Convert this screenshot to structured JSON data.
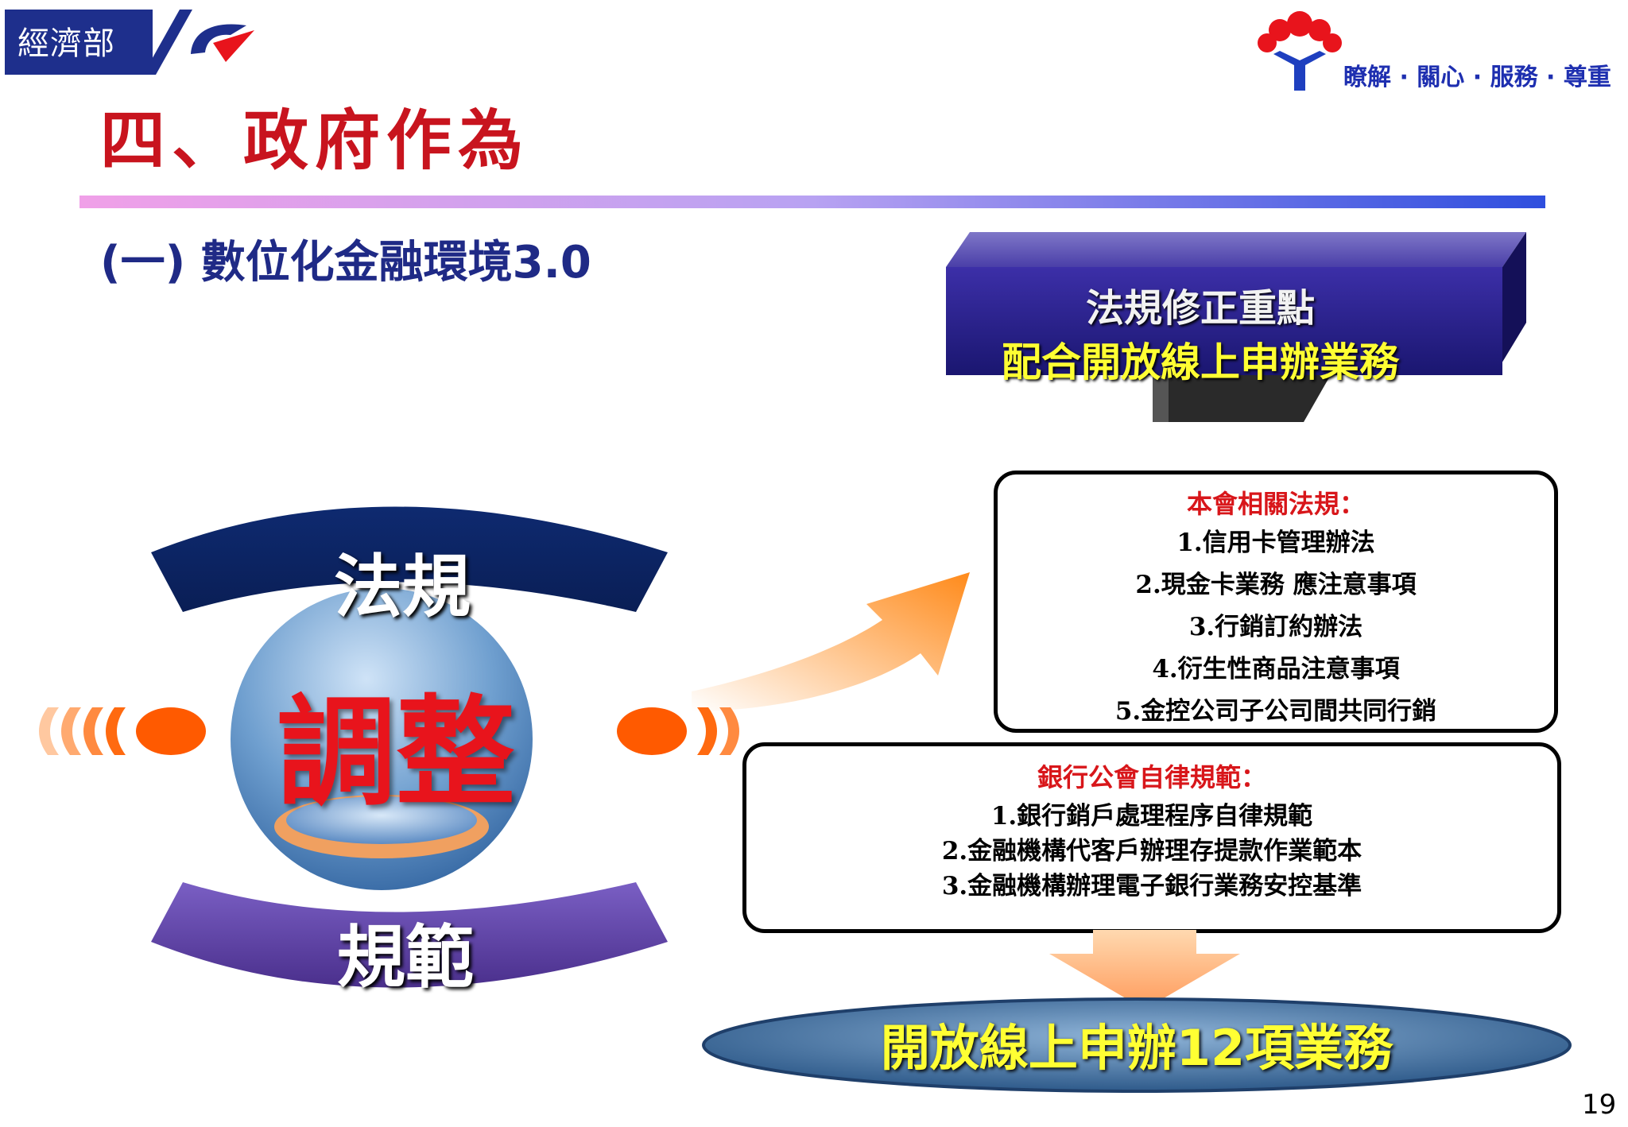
{
  "header": {
    "ministry_name": "經濟部",
    "motto": "瞭解 · 關心 · 服務 · 尊重",
    "page_title": "四、政府作為",
    "subtitle": "(一) 數位化金融環境3.0"
  },
  "highlight_box": {
    "line1": "法規修正重點",
    "line2": "配合開放線上申辦業務"
  },
  "regulations_box": {
    "heading": "本會相關法規：",
    "items": [
      "1.信用卡管理辦法",
      "2.現金卡業務 應注意事項",
      "3.行銷訂約辦法",
      "4.衍生性商品注意事項",
      "5.金控公司子公司間共同行銷"
    ]
  },
  "association_box": {
    "heading": "銀行公會自律規範：",
    "items": [
      "1.銀行銷戶處理程序自律規範",
      "2.金融機構代客戶辦理存提款作業範本",
      "3.金融機構辦理電子銀行業務安控基準"
    ]
  },
  "lens_diagram": {
    "top_label": "法規",
    "center_label": "調整",
    "bottom_label": "規範"
  },
  "goal": "開放線上申辦12項業務",
  "page_number": "19",
  "colors": {
    "title_red": "#c8141e",
    "navy": "#1f2a86",
    "highlight_yellow": "#ffff33",
    "purple": "#5a3fa0",
    "orange": "#ff6a00"
  }
}
